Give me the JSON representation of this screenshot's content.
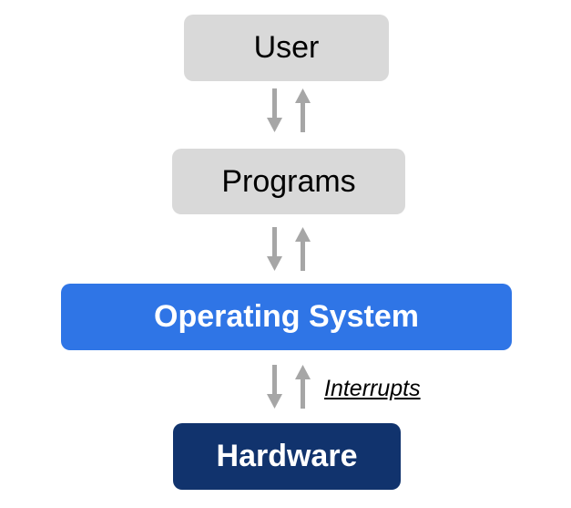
{
  "layers": {
    "user": "User",
    "programs": "Programs",
    "operating_system": "Operating System",
    "hardware": "Hardware"
  },
  "annotations": {
    "interrupts": "Interrupts"
  },
  "colors": {
    "light_box": "#d9d9d9",
    "os_blue": "#2f75e6",
    "hardware_navy": "#11336d",
    "arrow_gray": "#a6a6a6"
  },
  "icons": {
    "arrows": [
      "down-arrow-icon",
      "up-arrow-icon"
    ]
  }
}
